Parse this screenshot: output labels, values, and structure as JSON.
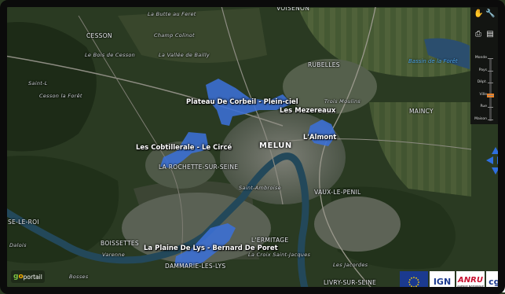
{
  "map": {
    "zones": [
      {
        "name": "zone-plateau-corbeil",
        "label": "Plateau De Corbeil - Plein-ciel"
      },
      {
        "name": "zone-mezereaux",
        "label": "Les Mezereaux"
      },
      {
        "name": "zone-almont",
        "label": "L'Almont"
      },
      {
        "name": "zone-cobtillerale",
        "label": "Les Cobtillerale - Le Circé"
      },
      {
        "name": "zone-plaine-de-lys",
        "label": "La Plaine De Lys - Bernard De Poret"
      }
    ],
    "city": "MELUN",
    "places": [
      "La Butte au Feret",
      "VOISENON",
      "CESSON",
      "Champ Colinot",
      "Le Bois de Cesson",
      "La Vallée de Bailly",
      "RUBELLES",
      "Saint-L",
      "Cesson la Forêt",
      "Trois Moulins",
      "MAINCY",
      "LA ROCHETTE-SUR-SEINE",
      "Saint-Ambroise",
      "VAUX-LE-PENIL",
      "SE-LE-ROI",
      "L'ERMITAGE",
      "BOISSETTES",
      "La Croix Saint-Jacques",
      "Varenne",
      "DAMMARIE-LES-LYS",
      "Les Jacordes",
      "LIVRY-SUR-SEINE",
      "Dalois",
      "Bosses"
    ],
    "water_label": "Bassin de la Forêt"
  },
  "toolbar": {
    "zoom_levels": [
      "Monde",
      "Pays",
      "Dépt.",
      "Ville",
      "Rue",
      "Maison"
    ],
    "zoom_current_index": 3,
    "icons": [
      "hand-icon",
      "wrench-icon",
      "print-icon",
      "layers-icon"
    ]
  },
  "logos": {
    "geoportail": {
      "g": "g",
      "o": "o",
      "rest": "portail"
    },
    "partners": [
      "IGN",
      "ANRU",
      "cge"
    ],
    "anru_sub": "AGENCE NATIONALE"
  },
  "colors": {
    "zone_fill": "#3b6fd6",
    "toolbar_accent": "#e8822a",
    "nav_arrow": "#2f6fe0",
    "water": "#4aa3e8"
  }
}
